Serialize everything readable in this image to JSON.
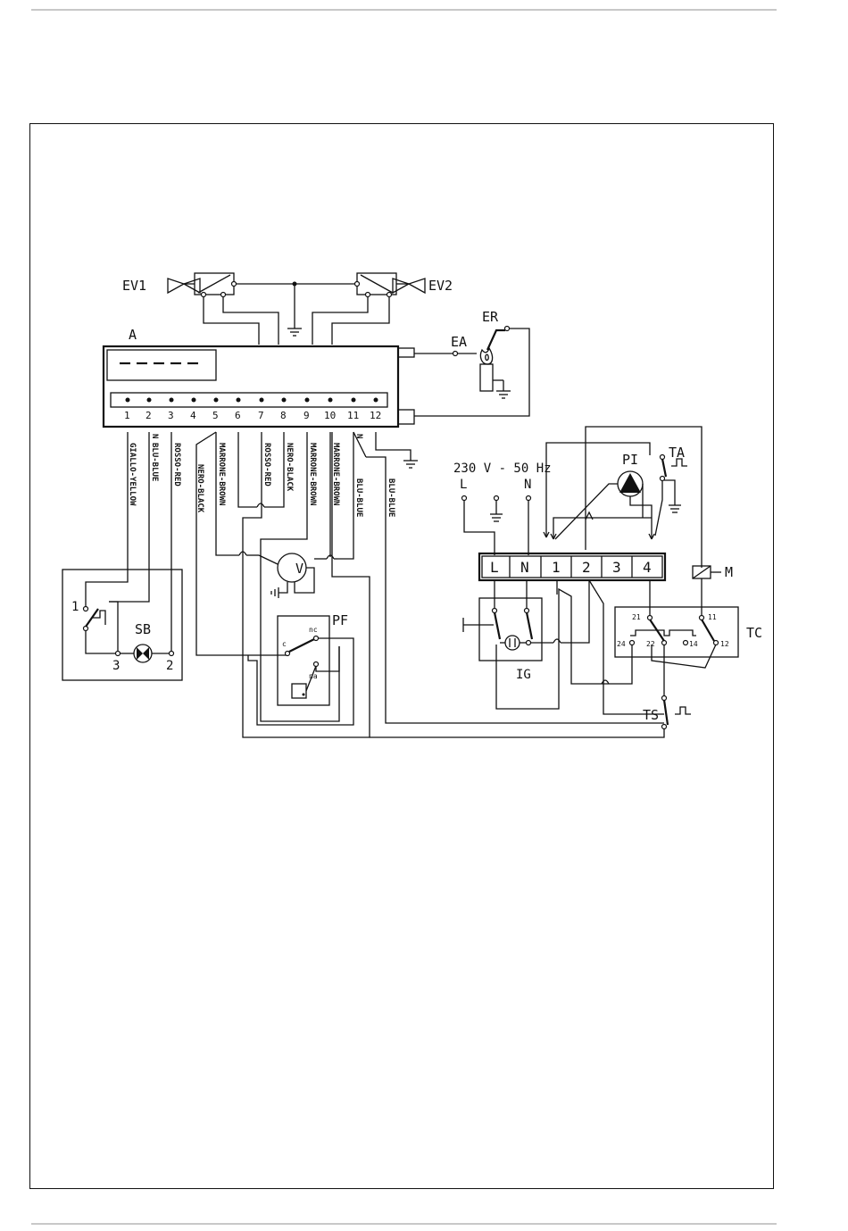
{
  "components": {
    "ev1": "EV1",
    "ev2": "EV2",
    "ea": "EA",
    "er": "ER",
    "control_box": "A",
    "sb": "SB",
    "v": "V",
    "pf": "PF",
    "pi": "PI",
    "ta": "TA",
    "m": "M",
    "tc": "TC",
    "ig": "IG",
    "ts": "TS"
  },
  "supply": {
    "label": "230 V - 50 Hz",
    "l": "L",
    "n": "N"
  },
  "control_pins": [
    "1",
    "2",
    "3",
    "4",
    "5",
    "6",
    "7",
    "8",
    "9",
    "10",
    "11",
    "12"
  ],
  "wire_labels": {
    "w1": "GIALLO-YELLOW",
    "w2": "BLU-BLUE",
    "w3": "ROSSO-RED",
    "w4": "NERO-BLACK",
    "w5": "MARRONE-BROWN",
    "w7": "ROSSO-RED",
    "w8": "NERO-BLACK",
    "w9": "MARRONE-BROWN",
    "w10": "MARRONE-BROWN",
    "w11": "BLU-BLUE",
    "w12": "BLU-BLUE",
    "n2": "N",
    "n11": "N"
  },
  "terminal_block": [
    "L",
    "N",
    "1",
    "2",
    "3",
    "4"
  ],
  "sb_terms": {
    "t1": "1",
    "t2": "2",
    "t3": "3"
  },
  "pf_terms": {
    "c": "c",
    "nc": "nc",
    "na": "na"
  },
  "tc_terms": {
    "t21": "21",
    "t11": "11",
    "t24": "24",
    "t22": "22",
    "t14": "14",
    "t12": "12"
  }
}
